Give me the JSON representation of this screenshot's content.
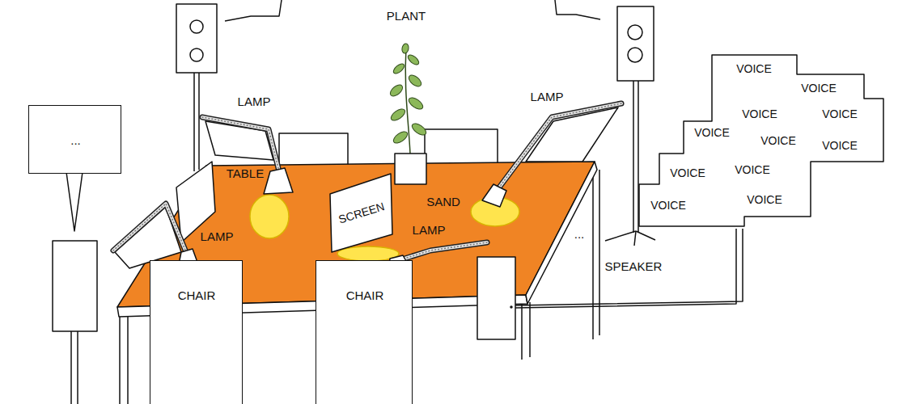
{
  "diagram": {
    "nodes": [
      {
        "text": [
          "VOICE",
          "VOICE",
          "VOICE",
          "VOICE",
          "VOICE",
          "VOICE",
          "VOICE",
          "VOICE",
          "VOICE",
          "VOICE",
          "VOICE"
        ]
      },
      {
        "text": [
          "..."
        ]
      },
      {
        "text": [
          "SCREEN"
        ]
      },
      {
        "text": [
          "CHAIR"
        ]
      },
      {
        "text": [
          "CHAIR"
        ]
      }
    ],
    "labels": [
      "PLANT",
      "LAMP",
      "LAMP",
      "TABLE",
      "SAND",
      "...",
      "LAMP",
      "LAMP",
      "SPEAKER"
    ]
  }
}
